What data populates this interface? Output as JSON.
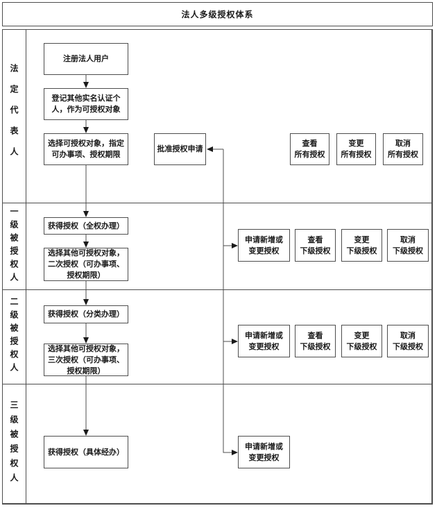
{
  "title": "法人多级授权体系",
  "lanes": [
    {
      "label": "法定代表人"
    },
    {
      "label": "一级被授权人"
    },
    {
      "label": "二级被授权人"
    },
    {
      "label": "三级被授权人"
    }
  ],
  "nodes": {
    "register_user": "注册法人用户",
    "register_others": "登记其他实名认证个\n人，作为可授权对象",
    "select_targets": "选择可授权对象，指定\n可办事项、授权期限",
    "approve_request": "批准授权申请",
    "view_all": "查看\n所有授权",
    "change_all": "变更\n所有授权",
    "cancel_all": "取消\n所有授权",
    "l1_get": "获得授权（全权办理）",
    "l1_select": "选择其他可授权对象，\n二次授权（可办事项、\n授权期限）",
    "l1_apply": "申请新增或\n变更授权",
    "l1_view": "查看\n下级授权",
    "l1_change": "变更\n下级授权",
    "l1_cancel": "取消\n下级授权",
    "l2_get": "获得授权（分类办理）",
    "l2_select": "选择其他可授权对象，\n三次授权（可办事项、\n授权期限）",
    "l2_apply": "申请新增或\n变更授权",
    "l2_view": "查看\n下级授权",
    "l2_change": "变更\n下级授权",
    "l2_cancel": "取消\n下级授权",
    "l3_get": "获得授权（具体经办）",
    "l3_apply": "申请新增或\n变更授权"
  },
  "colors": {
    "line": "#4d4d4d",
    "text": "#1a1a1a",
    "background": "#ffffff"
  }
}
